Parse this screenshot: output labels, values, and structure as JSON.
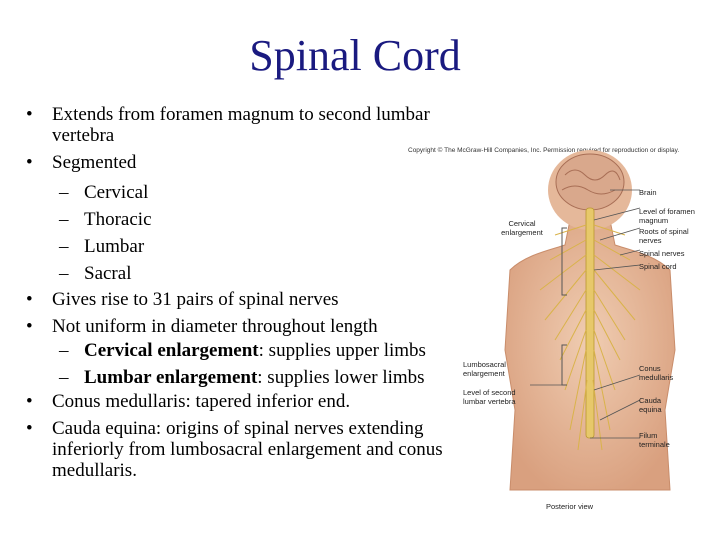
{
  "title": "Spinal Cord",
  "bullets": [
    {
      "type": "b1",
      "text": "Extends from foramen magnum to second lumbar vertebra"
    },
    {
      "type": "b1",
      "text": "Segmented"
    },
    {
      "type": "b2",
      "text": "Cervical"
    },
    {
      "type": "b2",
      "text": "Thoracic"
    },
    {
      "type": "b2",
      "text": "Lumbar"
    },
    {
      "type": "b2",
      "text": "Sacral"
    },
    {
      "type": "b1",
      "text": "Gives rise to 31 pairs of spinal nerves"
    },
    {
      "type": "b1",
      "text": "Not uniform in diameter throughout length"
    },
    {
      "type": "b2",
      "bold": "Cervical enlargement",
      "text": ": supplies upper limbs"
    },
    {
      "type": "b2",
      "bold": "Lumbar enlargement",
      "text": ": supplies lower limbs"
    },
    {
      "type": "b1",
      "text": "Conus medullaris: tapered inferior end."
    },
    {
      "type": "b1",
      "text": "Cauda equina: origins of spinal nerves extending inferiorly from lumbosacral enlargement and conus medullaris."
    }
  ],
  "copyright": "Copyright © The McGraw-Hill Companies, Inc. Permission required for reproduction or display.",
  "figure_labels": {
    "brain": "Brain",
    "foramen": "Level of foramen magnum",
    "roots": "Roots of spinal nerves",
    "spinal_nerves": "Spinal nerves",
    "spinal_cord": "Spinal cord",
    "cervical": "Cervical enlargement",
    "lumbosacral": "Lumbosacral enlargement",
    "second_lumbar": "Level of second lumbar vertebra",
    "conus": "Conus medullaris",
    "cauda": "Cauda equina",
    "filum": "Filum terminale",
    "caption": "Posterior view"
  }
}
